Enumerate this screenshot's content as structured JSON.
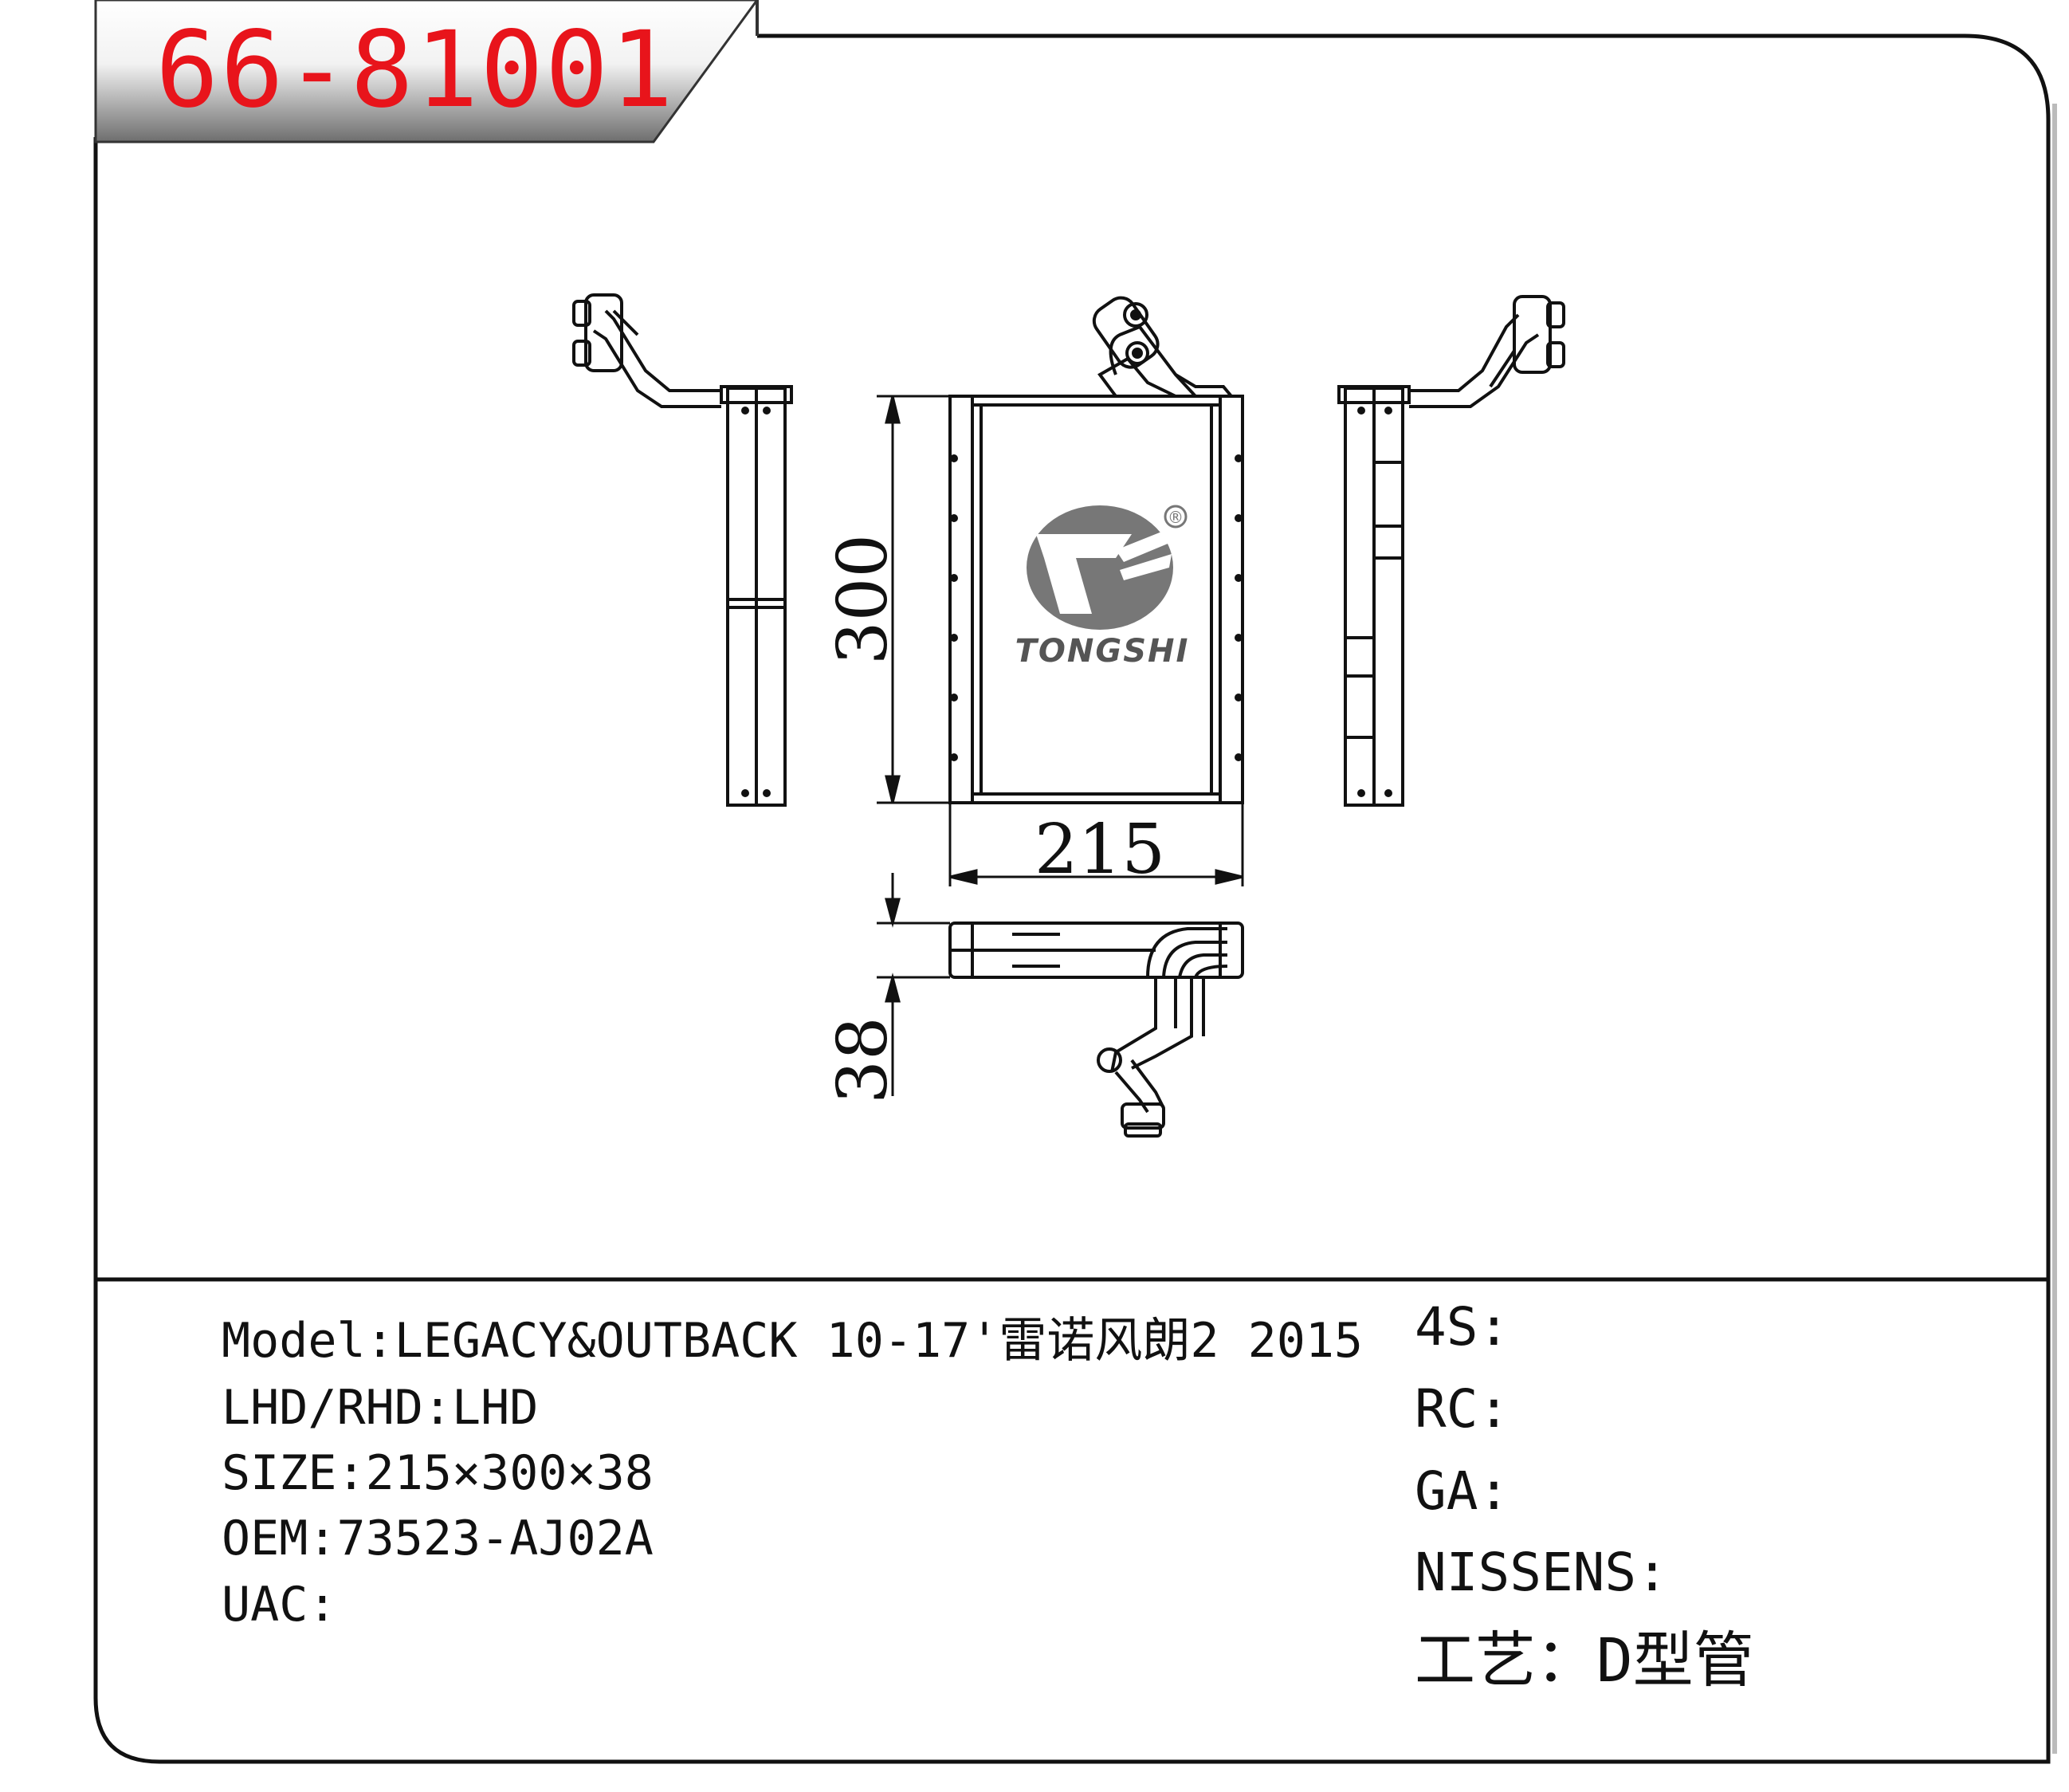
{
  "header": {
    "part_number": "66-81001"
  },
  "logo": {
    "brand": "TONGSHI",
    "registered": "®"
  },
  "dimensions": {
    "width": "215",
    "height": "300",
    "depth": "38"
  },
  "specs": {
    "model": "Model:LEGACY&OUTBACK 10-17'雷诺风朗2 2015",
    "drive": "LHD/RHD:LHD",
    "size": "SIZE:215×300×38",
    "oem": "OEM:73523-AJ02A",
    "uac": "UAC:"
  },
  "references": {
    "fours": "4S:",
    "rc": "RC:",
    "ga": "GA:",
    "nissens": "NISSENS:",
    "process": "工艺：D型管"
  },
  "colors": {
    "part_number": "#e8141b",
    "line": "#111111",
    "logo": "#777777"
  }
}
